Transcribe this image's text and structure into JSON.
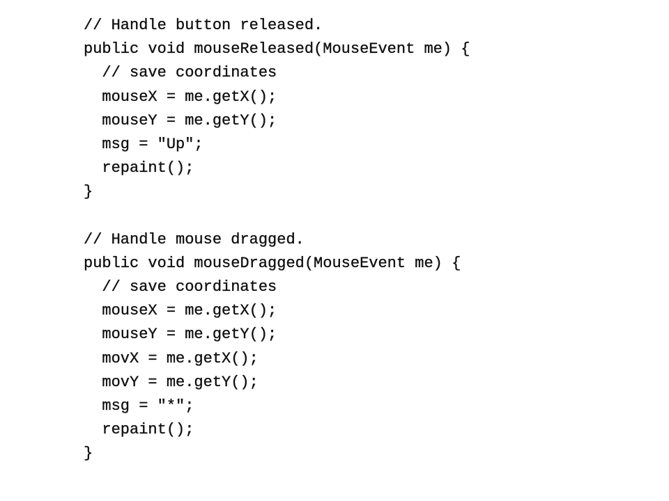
{
  "code": {
    "lines": [
      "// Handle button released.",
      "public void mouseReleased(MouseEvent me) {",
      "  // save coordinates",
      "  mouseX = me.getX();",
      "  mouseY = me.getY();",
      "  msg = \"Up\";",
      "  repaint();",
      "}",
      "",
      "// Handle mouse dragged.",
      "public void mouseDragged(MouseEvent me) {",
      "  // save coordinates",
      "  mouseX = me.getX();",
      "  mouseY = me.getY();",
      "  movX = me.getX();",
      "  movY = me.getY();",
      "  msg = \"*\";",
      "  repaint();",
      "}"
    ]
  }
}
